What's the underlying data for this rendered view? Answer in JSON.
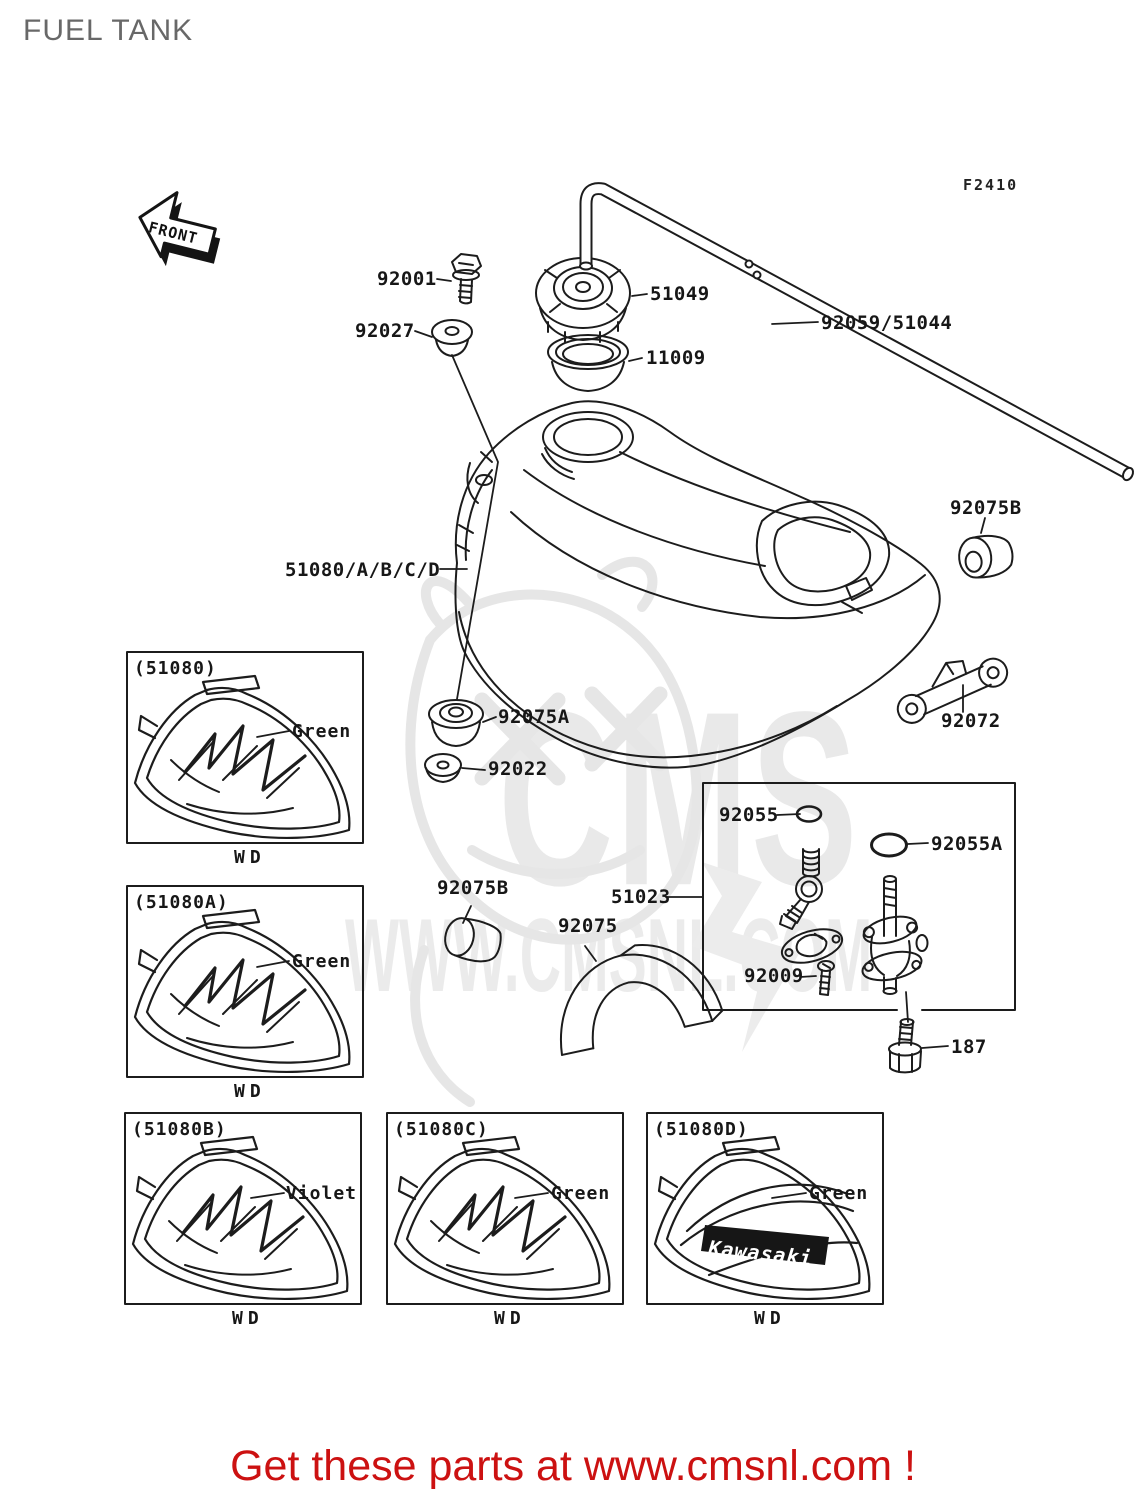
{
  "title": "FUEL TANK",
  "figure_code": "F2410",
  "front_arrow_label": "FRONT",
  "labels": {
    "cap_bolt": "92001",
    "fuel_cap": "51049",
    "grommet": "92027",
    "cap_gasket": "11009",
    "fuel_hose": "92059/51044",
    "damper_right": "92075B",
    "fuel_tank": "51080/A/B/C/D",
    "grommet_front": "92075A",
    "washer": "92022",
    "band": "92072",
    "oring_small": "92055",
    "oring_large": "92055A",
    "fuel_tap_assembly": "51023",
    "damper_left": "92075B",
    "damper_saddle": "92075",
    "tap_screw": "92009",
    "bolt_fitting": "187"
  },
  "cover_variants": [
    {
      "code": "(51080)",
      "color": "Green",
      "footer": "WD"
    },
    {
      "code": "(51080A)",
      "color": "Green",
      "footer": "WD"
    },
    {
      "code": "(51080B)",
      "color": "Violet",
      "footer": "WD"
    },
    {
      "code": "(51080C)",
      "color": "Green",
      "footer": "WD"
    },
    {
      "code": "(51080D)",
      "color": "Green",
      "footer": "WD",
      "badge": "Kawasaki"
    }
  ],
  "watermark": {
    "brand": "CMS",
    "site": "WWW.CMSNL.COM"
  },
  "footer": {
    "text": "Get these parts at www.cmsnl.com !"
  },
  "colors": {
    "footer_red": "#cc1111",
    "title_gray": "#686868",
    "line": "#1c1c1c",
    "watermark_gray": "#e9e9e9"
  }
}
